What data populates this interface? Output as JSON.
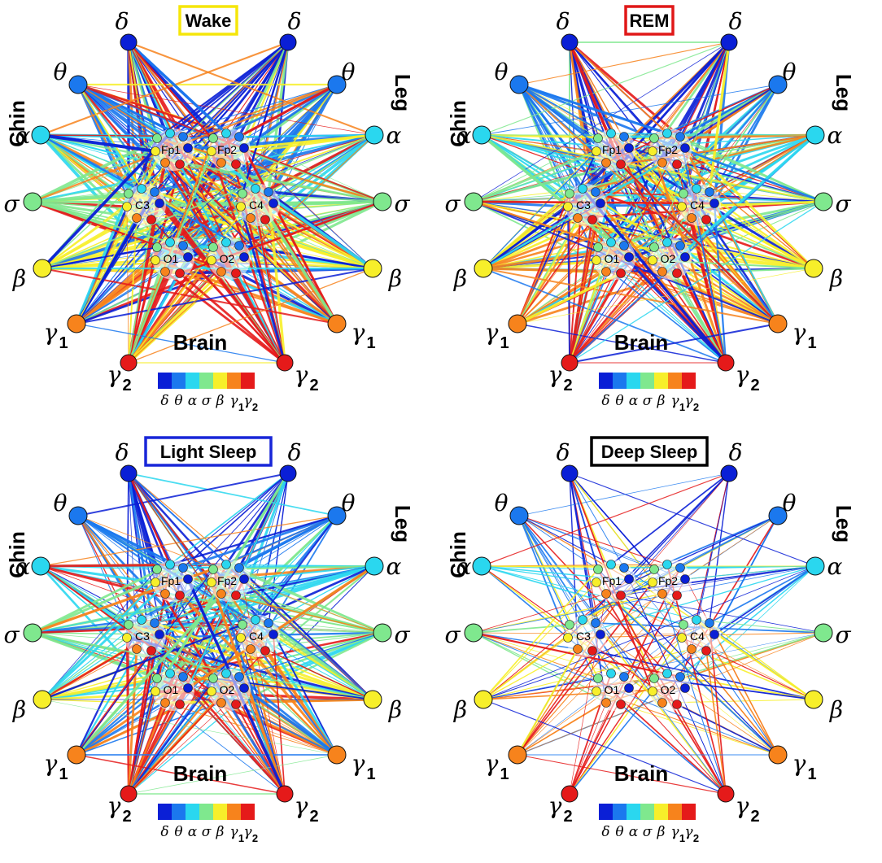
{
  "colors": {
    "delta": "#0a1fd6",
    "theta": "#1b78ee",
    "alpha": "#2ad7ef",
    "sigma": "#7fe88e",
    "beta": "#f7ef2a",
    "gamma1": "#f7831c",
    "gamma2": "#e51a1a"
  },
  "bands": [
    {
      "key": "delta",
      "symbol": "δ",
      "sub": ""
    },
    {
      "key": "theta",
      "symbol": "θ",
      "sub": ""
    },
    {
      "key": "alpha",
      "symbol": "α",
      "sub": ""
    },
    {
      "key": "sigma",
      "symbol": "σ",
      "sub": ""
    },
    {
      "key": "beta",
      "symbol": "β",
      "sub": ""
    },
    {
      "key": "gamma1",
      "symbol": "γ",
      "sub": "1"
    },
    {
      "key": "gamma2",
      "symbol": "γ",
      "sub": "2"
    }
  ],
  "side_labels": {
    "left": "Chin",
    "right": "Leg",
    "bottom": "Brain"
  },
  "electrodes": [
    "Fp1",
    "Fp2",
    "C3",
    "C4",
    "O1",
    "O2"
  ],
  "colorbar_symbols": [
    "δ",
    "θ",
    "α",
    "σ",
    "β",
    "γ",
    "γ"
  ],
  "colorbar_subs": [
    "",
    "",
    "",
    "",
    "",
    "1",
    "2"
  ],
  "panels": [
    {
      "id": "wake",
      "title": "Wake",
      "border": "#f5e60a",
      "density": 1.0,
      "thickness": 3.2,
      "bias": [
        "delta",
        "theta",
        "alpha",
        "sigma",
        "beta",
        "gamma1",
        "gamma2"
      ]
    },
    {
      "id": "rem",
      "title": "REM",
      "border": "#e01818",
      "density": 0.95,
      "thickness": 2.6,
      "bias": [
        "delta",
        "theta",
        "alpha",
        "sigma",
        "beta",
        "gamma1",
        "gamma2"
      ]
    },
    {
      "id": "light-sleep",
      "title": "Light Sleep",
      "border": "#1826d8",
      "density": 0.85,
      "thickness": 2.6,
      "bias": [
        "delta",
        "theta",
        "alpha",
        "sigma",
        "gamma1",
        "gamma2"
      ]
    },
    {
      "id": "deep-sleep",
      "title": "Deep Sleep",
      "border": "#000000",
      "density": 0.45,
      "thickness": 1.3,
      "bias": [
        "delta",
        "theta",
        "beta",
        "gamma1",
        "gamma2"
      ]
    }
  ]
}
